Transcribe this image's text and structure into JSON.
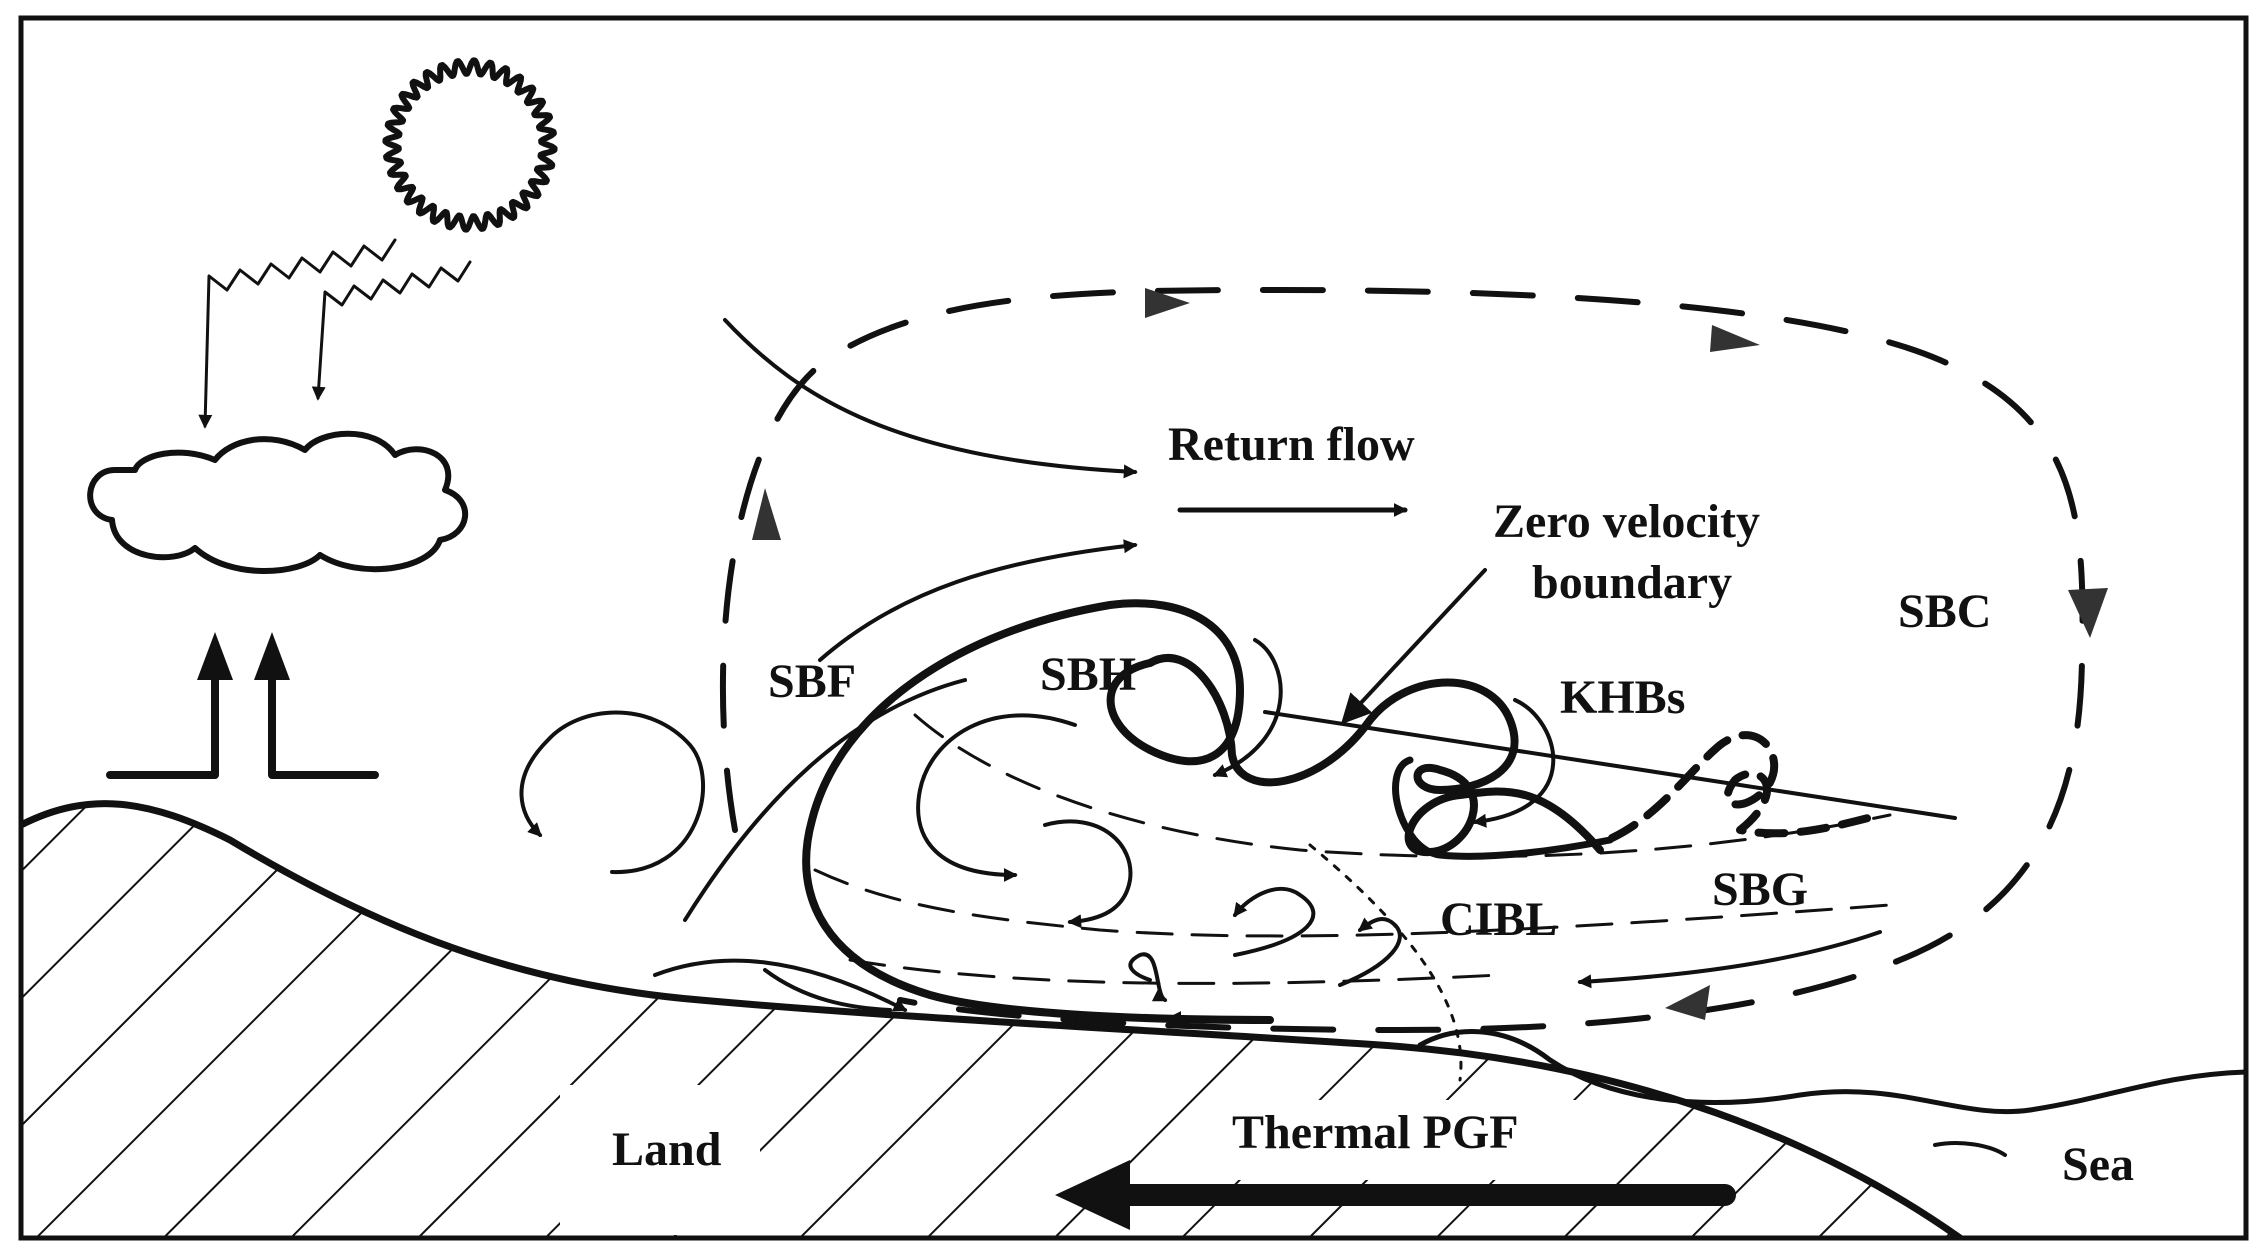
{
  "labels": {
    "return_flow": "Return flow",
    "zero_velocity_line1": "Zero velocity",
    "zero_velocity_line2": "boundary",
    "sbc": "SBC",
    "sbf": "SBF",
    "sbh": "SBH",
    "khbs": "KHBs",
    "sbg": "SBG",
    "cibl": "CIBL",
    "land": "Land",
    "thermal_pgf": "Thermal PGF",
    "sea": "Sea"
  },
  "colors": {
    "ink": "#111111",
    "background": "#ffffff",
    "circulation": "#333333"
  },
  "icons": [
    "sun-icon",
    "cloud-icon",
    "heat-flux-arrows-icon"
  ]
}
